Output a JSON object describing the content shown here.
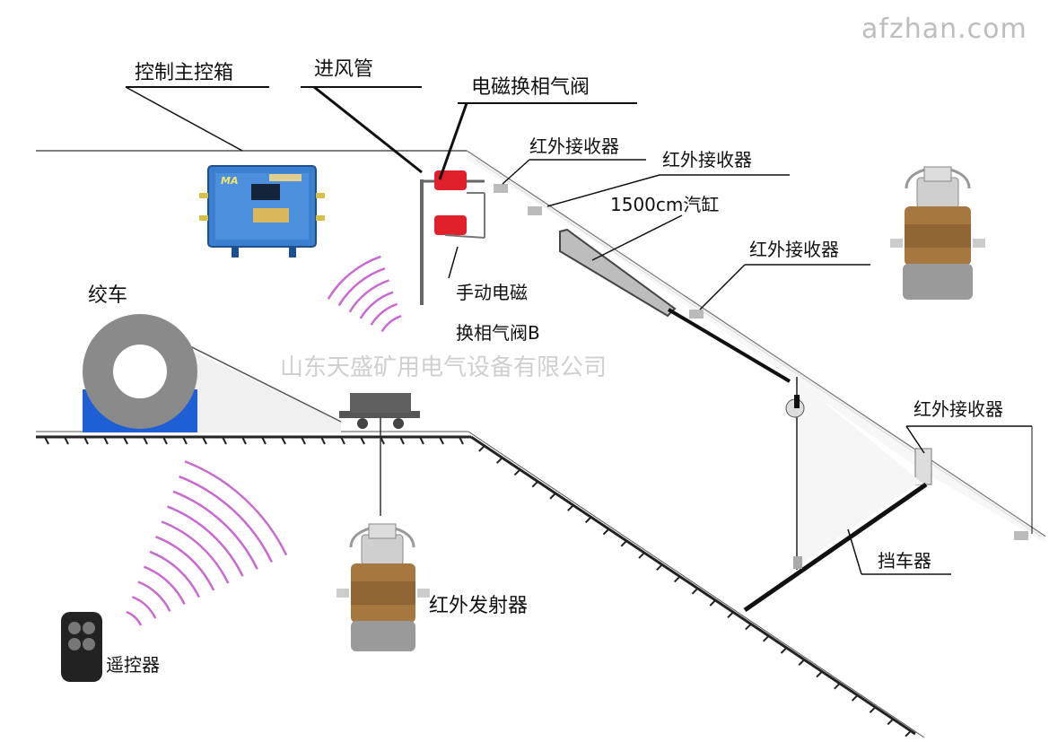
{
  "labels": {
    "main_control_box": "控制主控箱",
    "air_inlet": "进风管",
    "em_valve": "电磁换相气阀",
    "ir_receiver_1": "红外接收器",
    "ir_receiver_2": "红外接收器",
    "cylinder": "1500cm汽缸",
    "ir_receiver_3": "红外接收器",
    "winch": "绞车",
    "manual_valve_line1": "手动电磁",
    "manual_valve_line2": "换相气阀B",
    "ir_receiver_4": "红外接收器",
    "car_stopper": "挡车器",
    "ir_emitter": "红外发射器",
    "remote": "遥控器"
  },
  "watermark": {
    "site": "afzhan.com",
    "company": "山东天盛矿用电气设备有限公司"
  },
  "device": {
    "box_badge": "MA"
  },
  "colors": {
    "box_blue": "#3a7fd0",
    "winch_base": "#1f5fd6",
    "winch_ring": "#8a8a8a",
    "valve_red": "#e0202a",
    "signal_pink": "#c86ad0",
    "device_brown": "#a6773f",
    "rail": "#222222"
  }
}
